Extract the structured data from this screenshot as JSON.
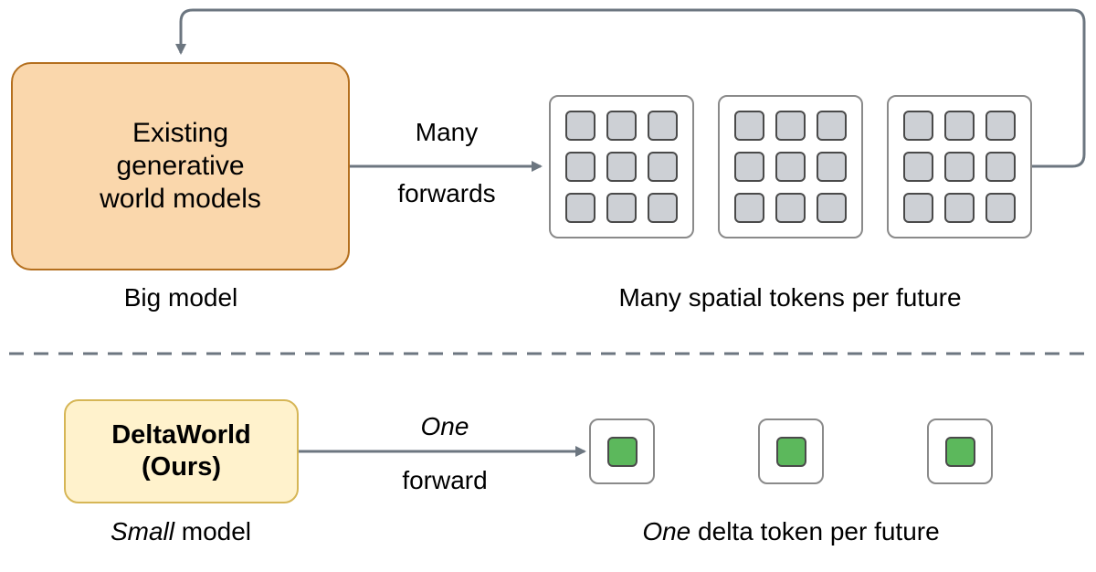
{
  "colors": {
    "big_model_fill": "#fad7ac",
    "big_model_border": "#b46f1e",
    "delta_fill": "#fff2cc",
    "delta_border": "#d6b656",
    "arrow": "#6c7680",
    "divider": "#6c7680",
    "spatial_token": "#cdd0d5",
    "delta_token": "#5cb85c",
    "tile_border": "#8a8a8a"
  },
  "top": {
    "model_box": "Existing\ngenerative\nworld models",
    "model_caption": "Big model",
    "arrow_label_line1": "Many",
    "arrow_label_line2": "forwards",
    "tokens_caption": "Many spatial tokens per future",
    "tile_count": 3,
    "token_grid": "3x3"
  },
  "bottom": {
    "model_box": "DeltaWorld\n(Ours)",
    "model_caption_em": "Small",
    "model_caption_rest": " model",
    "arrow_label_line1": "One",
    "arrow_label_line2": "forward",
    "tokens_caption_em": "One",
    "tokens_caption_rest": " delta token per future",
    "tile_count": 3,
    "token_grid": "1x1"
  }
}
